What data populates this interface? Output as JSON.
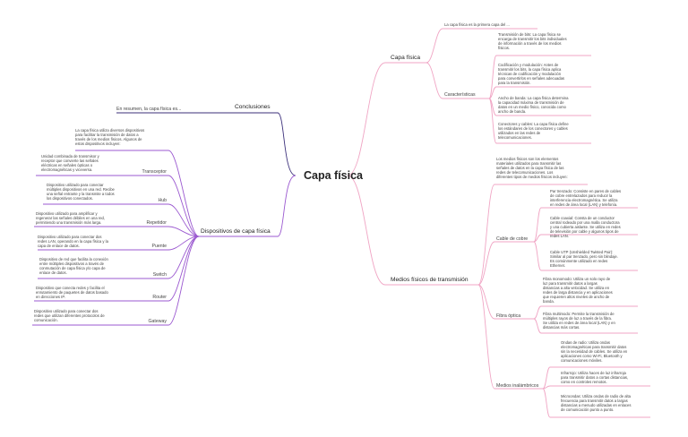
{
  "colors": {
    "right_branch": "#f0a5c4",
    "left_branch": "#9b59d0",
    "left_dark": "#3b2f7a",
    "text": "#444444"
  },
  "center": {
    "title": "Capa física"
  },
  "right": {
    "capa_fisica": {
      "label": "Capa física",
      "intro": "La capa física es la primera capa del ...",
      "caracteristicas": {
        "label": "Características",
        "items": [
          "Transmisión de bits: La capa física se\nencarga de transmitir los bits individuales\nde información a través de los medios\nfísicos.",
          "Codificación y modulación: Antes de\ntransmitir los bits, la capa física aplica\ntécnicas de codificación y modulación\npara convertirlos en señales adecuadas\npara la transmisión.",
          "Ancho de banda: La capa física determina\nla capacidad máxima de transmisión de\ndatos en un medio físico, conocida como\nancho de banda.",
          "Conectores y cables: La capa física define\nlos estándares de los conectores y cables\nutilizados en las redes de\ntelecomunicaciones."
        ]
      }
    },
    "medios": {
      "label": "Medios físicos de transmisión",
      "intro": "Los medios físicos son los elementos\nmateriales utilizados para transmitir las\nseñales de datos en la capa física de las\nredes de telecomunicaciones. Los\ndiferentes tipos de medios físicos incluyen:",
      "cable_cobre": {
        "label": "Cable de cobre",
        "items": [
          "Par trenzado: Consiste en pares de cables\nde cobre entrelazados para reducir la\ninterferencia electromagnética. Se utiliza\nen redes de área local (LAN) y telefonía.",
          "Cable coaxial: Consta de un conductor\ncentral rodeado por una malla conductora\ny una cubierta aislante. Se utiliza en redes\nde televisión por cable y algunos tipos de\nredes LAN.",
          "Cable UTP (Unshielded Twisted Pair):\nSimilar al par trenzado, pero sin blindaje.\nEs comúnmente utilizado en redes\nEthernet."
        ]
      },
      "fibra": {
        "label": "Fibra óptica",
        "items": [
          "Fibra monomodo: Utiliza un solo rayo de\nluz para transmitir datos a largas\ndistancias a alta velocidad. Se utiliza en\nredes de larga distancia y en aplicaciones\nque requieren altos niveles de ancho de\nbanda.",
          "Fibra multimodo: Permite la transmisión de\nmúltiples rayos de luz a través de la fibra.\nSe utiliza en redes de área local (LAN) y en\ndistancias más cortas."
        ]
      },
      "inalambricos": {
        "label": "Medios inalámbricos",
        "items": [
          "Ondas de radio: Utiliza ondas\nelectromagnéticas para transmitir datos\nsin la necesidad de cables. Se utiliza en\naplicaciones como Wi-Fi, Bluetooth y\ncomunicaciones móviles.",
          "Infrarrojo: Utiliza haces de luz infrarroja\npara transmitir datos a cortas distancias,\ncomo en controles remotos.",
          "Microondas: Utiliza ondas de radio de alta\nfrecuencia para transmitir datos a largas\ndistancias a menudo utilizadas en enlaces\nde comunicación punto a punto."
        ]
      }
    }
  },
  "left": {
    "conclusiones": {
      "label": "Conclusiones",
      "text": "En resumen, la capa física es..."
    },
    "dispositivos": {
      "label": "Dispositivos de capa física",
      "intro": "La capa física utiliza diversos dispositivos\npara facilitar la transmisión de datos a\ntravés de los medios físicos. Algunos de\nestos dispositivos incluyen:",
      "items": [
        {
          "name": "Transceptor",
          "desc": "Unidad combinada de transmisor y\nreceptor que convierte las señales\neléctricas en señales ópticas o\nelectromagnéticas y viceversa."
        },
        {
          "name": "Hub",
          "desc": "Dispositivo utilizado para conectar\nmúltiples dispositivos en una red. Recibe\nuna señal entrante y la transmite a todos\nlos dispositivos conectados."
        },
        {
          "name": "Repetidor",
          "desc": "Dispositivo utilizado para amplificar y\nregenerar las señales débiles en una red,\npermitiendo una transmisión más larga."
        },
        {
          "name": "Puente",
          "desc": "Dispositivo utilizado para conectar dos\nredes LAN, operando en la capa física y la\ncapa de enlace de datos."
        },
        {
          "name": "Switch",
          "desc": "Dispositivo de red que facilita la conexión\nentre múltiples dispositivos a través de\nconmutación de capa física y/o capa de\nenlace de datos."
        },
        {
          "name": "Router",
          "desc": "Dispositivo que conecta redes y facilita el\nenrutamiento de paquetes de datos basado\nen direcciones IP."
        },
        {
          "name": "Gateway",
          "desc": "Dispositivo utilizado para conectar dos\nredes que utilizan diferentes protocolos de\ncomunicación."
        }
      ]
    }
  }
}
